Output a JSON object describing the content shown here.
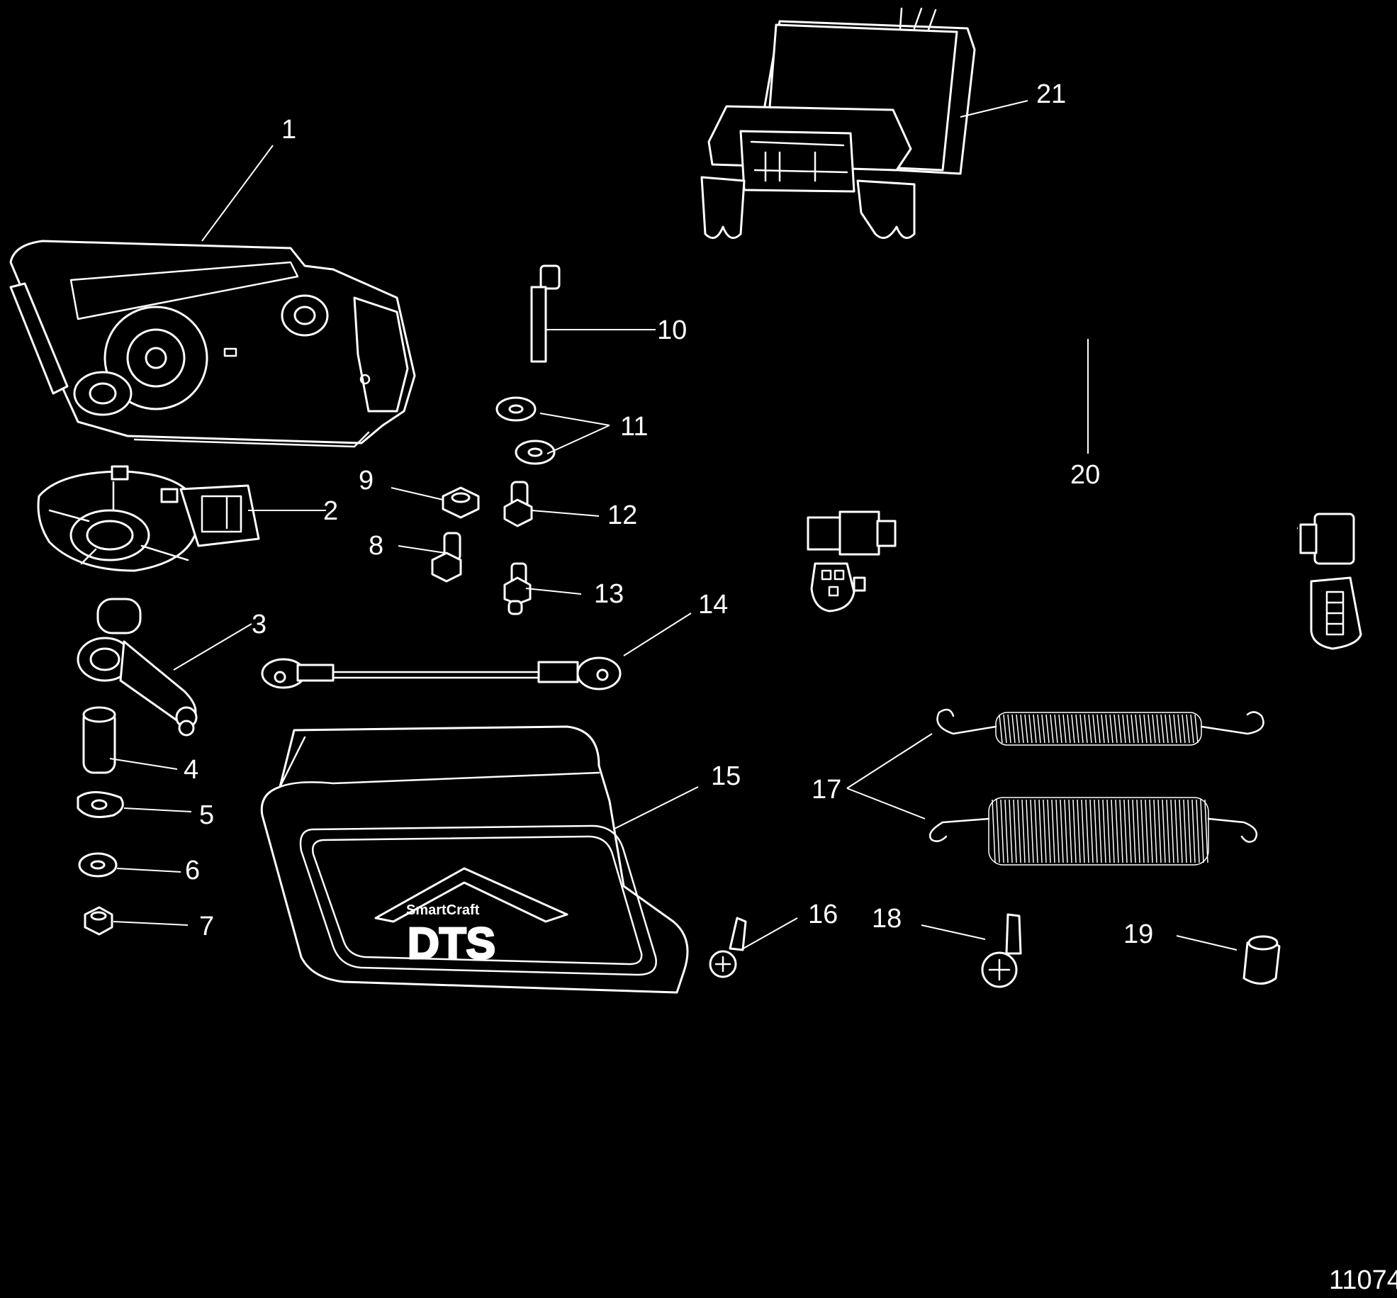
{
  "diagram": {
    "figure_number": "11074",
    "logo": {
      "brand": "SmartCraft",
      "mark": "DTS"
    },
    "callouts": [
      {
        "id": "1",
        "label": "1"
      },
      {
        "id": "2",
        "label": "2"
      },
      {
        "id": "3",
        "label": "3"
      },
      {
        "id": "4",
        "label": "4"
      },
      {
        "id": "5",
        "label": "5"
      },
      {
        "id": "6",
        "label": "6"
      },
      {
        "id": "7",
        "label": "7"
      },
      {
        "id": "8",
        "label": "8"
      },
      {
        "id": "9",
        "label": "9"
      },
      {
        "id": "10",
        "label": "10"
      },
      {
        "id": "11",
        "label": "11"
      },
      {
        "id": "12",
        "label": "12"
      },
      {
        "id": "13",
        "label": "13"
      },
      {
        "id": "14",
        "label": "14"
      },
      {
        "id": "15",
        "label": "15"
      },
      {
        "id": "16",
        "label": "16"
      },
      {
        "id": "17",
        "label": "17"
      },
      {
        "id": "18",
        "label": "18"
      },
      {
        "id": "19",
        "label": "19"
      },
      {
        "id": "20",
        "label": "20"
      },
      {
        "id": "21",
        "label": "21"
      }
    ]
  }
}
